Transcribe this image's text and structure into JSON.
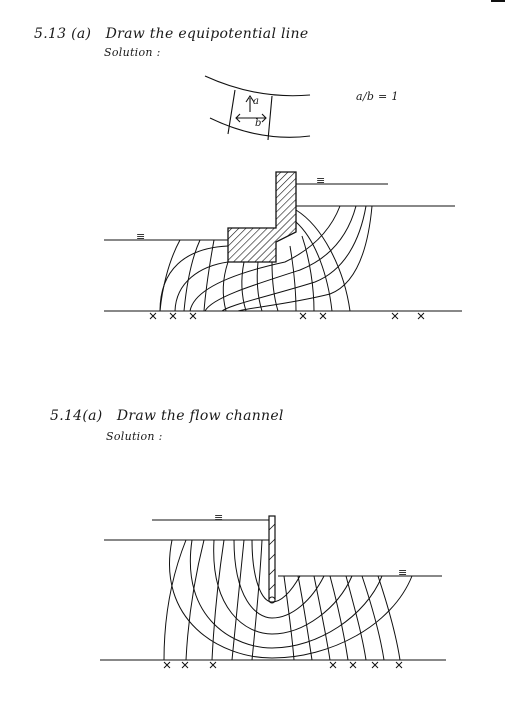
{
  "problem_1": {
    "number": "5.13 (a)",
    "title": "Draw the equipotential line",
    "solution_label": "Solution :",
    "element_labels": {
      "a": "a",
      "b": "b",
      "ratio": "a/b = 1",
      "water_symbol": "≡"
    }
  },
  "problem_2": {
    "number": "5.14(a)",
    "title": "Draw the flow channel",
    "solution_label": "Solution :",
    "element_labels": {
      "water_symbol": "≡"
    }
  }
}
